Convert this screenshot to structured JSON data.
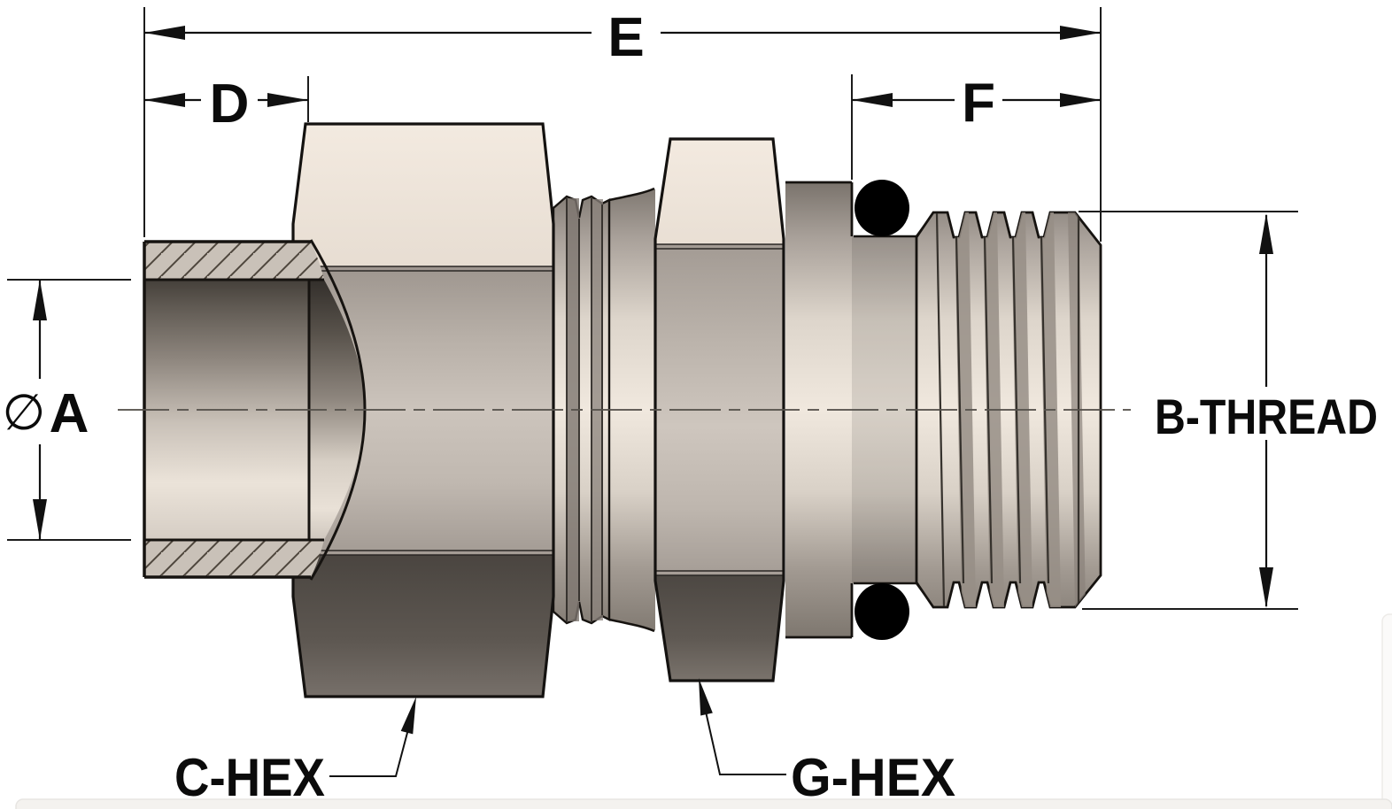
{
  "drawing": {
    "type": "technical-dimension-drawing",
    "subject": "hydraulic-fitting-cross-section",
    "labels": {
      "overall_length": "E",
      "socket_depth": "D",
      "thread_length": "F",
      "bore_diameter_symbol": "∅",
      "bore_diameter": "A",
      "thread_callout": "B-THREAD",
      "large_hex_callout": "C-HEX",
      "small_hex_callout": "G-HEX"
    },
    "colors": {
      "line": "#121212",
      "hex_face_light": "#efe6dc",
      "hex_face_mid": "#c6beb6",
      "hex_face_dark": "#57524d",
      "bore_shadow": "#45403a",
      "o_ring": "#000000",
      "page_strip": "#f4f2ef"
    }
  }
}
